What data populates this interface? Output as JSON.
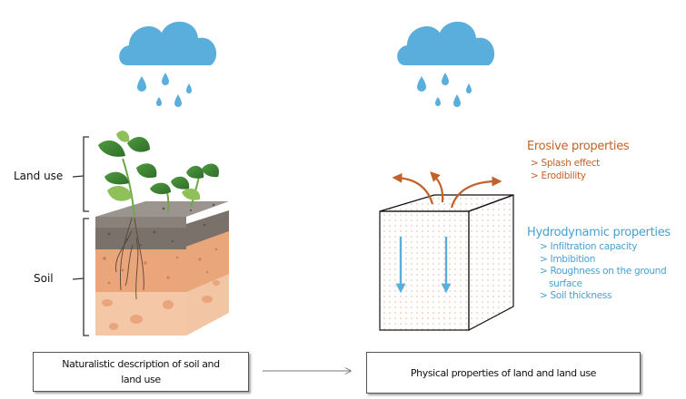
{
  "colors": {
    "cloud": "#5aaedb",
    "erosive": "#c0622a",
    "hydrodynamic": "#4a9fd1",
    "box_border": "#555555",
    "cube_dots": "#c0622a"
  },
  "icons": {
    "left_rain": "rain-cloud-icon",
    "right_rain": "rain-cloud-icon",
    "soil_profile": "soil-profile-illustration",
    "cube": "soil-cube-diagram"
  },
  "left_panel": {
    "land_use_label": "Land use",
    "soil_label": "Soil"
  },
  "right_panel": {
    "erosive": {
      "title": "Erosive properties",
      "items": [
        "> Splash effect",
        "> Erodibility"
      ]
    },
    "hydrodynamic": {
      "title": "Hydrodynamic properties",
      "items": [
        "> Infiltration capacity",
        "> Imbibition",
        "> Roughness on the ground surface",
        "> Soil thickness"
      ]
    }
  },
  "flow": {
    "left_box": "Naturalistic description of soil and land use",
    "right_box": "Physical properties of land and land use"
  }
}
